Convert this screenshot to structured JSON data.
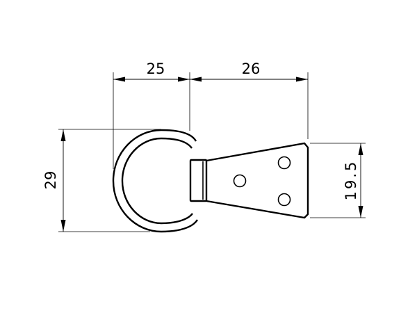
{
  "drawing": {
    "dimensions": {
      "ring_width": "25",
      "plate_length": "26",
      "ring_height": "29",
      "plate_height": "19.5"
    },
    "colors": {
      "line": "#000000",
      "background": "#ffffff"
    }
  }
}
